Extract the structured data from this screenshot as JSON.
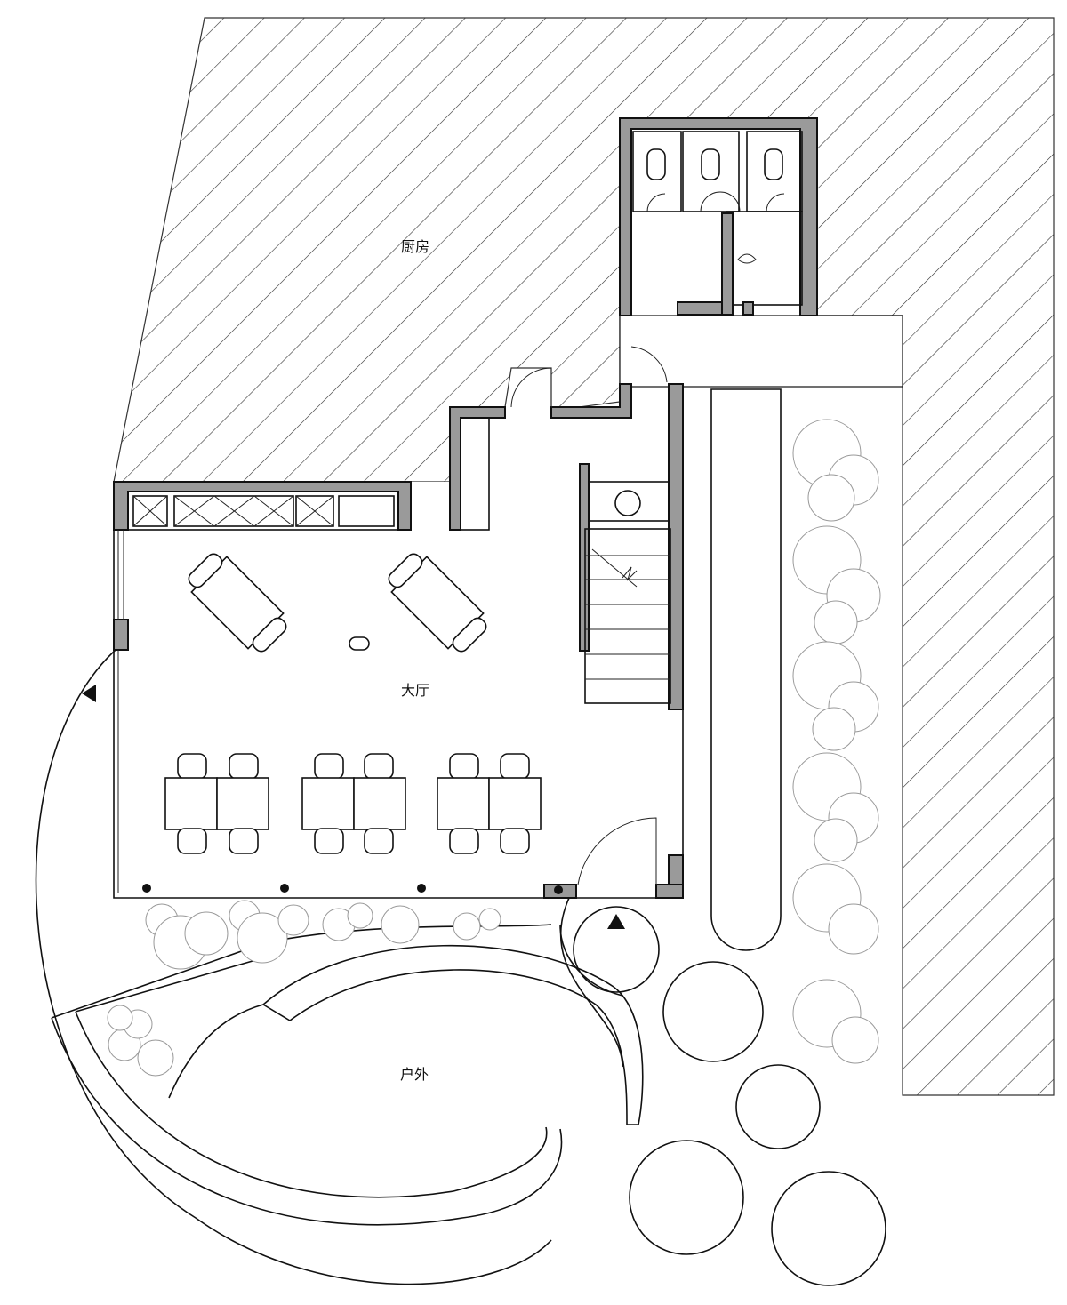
{
  "labels": {
    "kitchen": "厨房",
    "hall": "大厅",
    "outdoor": "户外"
  }
}
